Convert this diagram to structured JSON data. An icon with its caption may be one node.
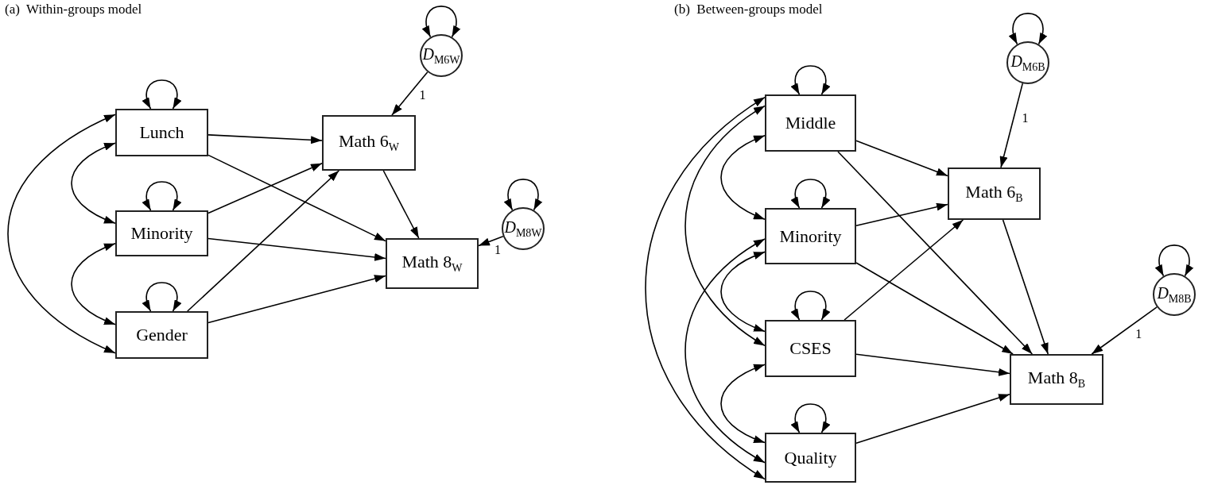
{
  "diagram": {
    "nodes": [
      {
        "text": [
          "Lunch"
        ]
      },
      {
        "text": [
          "Minority"
        ]
      },
      {
        "text": [
          "Gender"
        ]
      },
      {
        "text": [
          "Math 6$_{W}$"
        ]
      },
      {
        "text": [
          "Math 8$_{W}$"
        ]
      },
      {
        "text": [
          "*D*$_{M6W}$"
        ]
      },
      {
        "text": [
          "*D*$_{M8W}$"
        ]
      },
      {
        "text": [
          "Middle"
        ]
      },
      {
        "text": [
          "Minority"
        ]
      },
      {
        "text": [
          "CSES"
        ]
      },
      {
        "text": [
          "Quality"
        ]
      },
      {
        "text": [
          "Math 6$_{B}$"
        ]
      },
      {
        "text": [
          "Math 8$_{B}$"
        ]
      },
      {
        "text": [
          "*D*$_{M6B}$"
        ]
      },
      {
        "text": [
          "*D*$_{M8B}$"
        ]
      }
    ],
    "edges": [
      {
        "from": 0,
        "to": 3,
        "arrow": "to"
      },
      {
        "from": 0,
        "to": 4,
        "arrow": "to"
      },
      {
        "from": 1,
        "to": 3,
        "arrow": "to"
      },
      {
        "from": 1,
        "to": 4,
        "arrow": "to"
      },
      {
        "from": 2,
        "to": 3,
        "arrow": "to"
      },
      {
        "from": 2,
        "to": 4,
        "arrow": "to"
      },
      {
        "from": 3,
        "to": 4,
        "arrow": "to"
      },
      {
        "from": 5,
        "to": 3,
        "arrow": "to",
        "label": "1"
      },
      {
        "from": 6,
        "to": 4,
        "arrow": "to",
        "label": "1"
      },
      {
        "from": 0,
        "to": 1,
        "arrow": "both"
      },
      {
        "from": 1,
        "to": 2,
        "arrow": "both"
      },
      {
        "from": 0,
        "to": 2,
        "arrow": "both"
      },
      {
        "from": 0,
        "to": 0,
        "arrow": "both"
      },
      {
        "from": 1,
        "to": 1,
        "arrow": "both"
      },
      {
        "from": 2,
        "to": 2,
        "arrow": "both"
      },
      {
        "from": 5,
        "to": 5,
        "arrow": "both"
      },
      {
        "from": 6,
        "to": 6,
        "arrow": "both"
      },
      {
        "from": 7,
        "to": 11,
        "arrow": "to"
      },
      {
        "from": 7,
        "to": 12,
        "arrow": "to"
      },
      {
        "from": 8,
        "to": 11,
        "arrow": "to"
      },
      {
        "from": 8,
        "to": 12,
        "arrow": "to"
      },
      {
        "from": 9,
        "to": 11,
        "arrow": "to"
      },
      {
        "from": 9,
        "to": 12,
        "arrow": "to"
      },
      {
        "from": 10,
        "to": 12,
        "arrow": "to"
      },
      {
        "from": 11,
        "to": 12,
        "arrow": "to"
      },
      {
        "from": 13,
        "to": 11,
        "arrow": "to",
        "label": "1"
      },
      {
        "from": 14,
        "to": 12,
        "arrow": "to",
        "label": "1"
      },
      {
        "from": 7,
        "to": 8,
        "arrow": "both"
      },
      {
        "from": 8,
        "to": 9,
        "arrow": "both"
      },
      {
        "from": 9,
        "to": 10,
        "arrow": "both"
      },
      {
        "from": 7,
        "to": 9,
        "arrow": "both"
      },
      {
        "from": 8,
        "to": 10,
        "arrow": "both"
      },
      {
        "from": 7,
        "to": 10,
        "arrow": "both"
      },
      {
        "from": 7,
        "to": 7,
        "arrow": "both"
      },
      {
        "from": 8,
        "to": 8,
        "arrow": "both"
      },
      {
        "from": 9,
        "to": 9,
        "arrow": "both"
      },
      {
        "from": 10,
        "to": 10,
        "arrow": "both"
      },
      {
        "from": 13,
        "to": 13,
        "arrow": "both"
      },
      {
        "from": 14,
        "to": 14,
        "arrow": "both"
      }
    ],
    "labels": [
      "(a)  Within-groups model",
      "(b)  Between-groups model"
    ]
  }
}
